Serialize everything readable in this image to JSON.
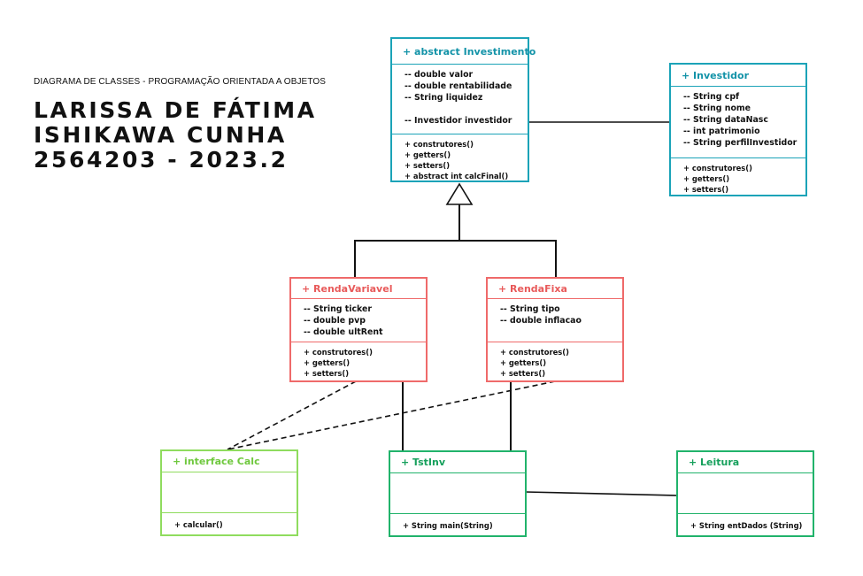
{
  "header": {
    "subtitle": "DIAGRAMA DE CLASSES - PROGRAMAÇÃO ORIENTADA A OBJETOS",
    "author_lines": [
      "LARISSA DE FÁTIMA",
      "ISHIKAWA CUNHA",
      "2564203 - 2023.2"
    ]
  },
  "colors": {
    "abstract": "#1ba3b8",
    "subclass": "#ef6a6a",
    "interface": "#8fdc5e",
    "util": "#21b36b",
    "connector": "#111111"
  },
  "classes": {
    "investimento": {
      "name": "+  abstract Investimento",
      "attributes": [
        "-- double valor",
        "-- double rentabilidade",
        "-- String liquidez",
        "",
        "-- Investidor investidor"
      ],
      "methods": [
        "+ construtores()",
        "+ getters()",
        "+ setters()",
        "+ abstract int calcFinal()"
      ]
    },
    "investidor": {
      "name": "+  Investidor",
      "attributes": [
        "-- String cpf",
        "-- String nome",
        "-- String dataNasc",
        "-- int patrimonio",
        "-- String perfilInvestidor"
      ],
      "methods": [
        "+ construtores()",
        "+ getters()",
        "+ setters()"
      ]
    },
    "rendaVariavel": {
      "name": "+ RendaVariavel",
      "attributes": [
        "-- String ticker",
        "-- double pvp",
        "-- double ultRent"
      ],
      "methods": [
        "+ construtores()",
        "+ getters()",
        "+ setters()"
      ]
    },
    "rendaFixa": {
      "name": "+ RendaFixa",
      "attributes": [
        "-- String tipo",
        "-- double inflacao"
      ],
      "methods": [
        "+ construtores()",
        "+ getters()",
        "+ setters()"
      ]
    },
    "calc": {
      "name": "+ interface Calc",
      "methods": [
        "+ calcular()"
      ]
    },
    "tstInv": {
      "name": "+ TstInv",
      "methods": [
        "+ String main(String)"
      ]
    },
    "leitura": {
      "name": "+ Leitura",
      "methods": [
        "+ String entDados (String)"
      ]
    }
  }
}
